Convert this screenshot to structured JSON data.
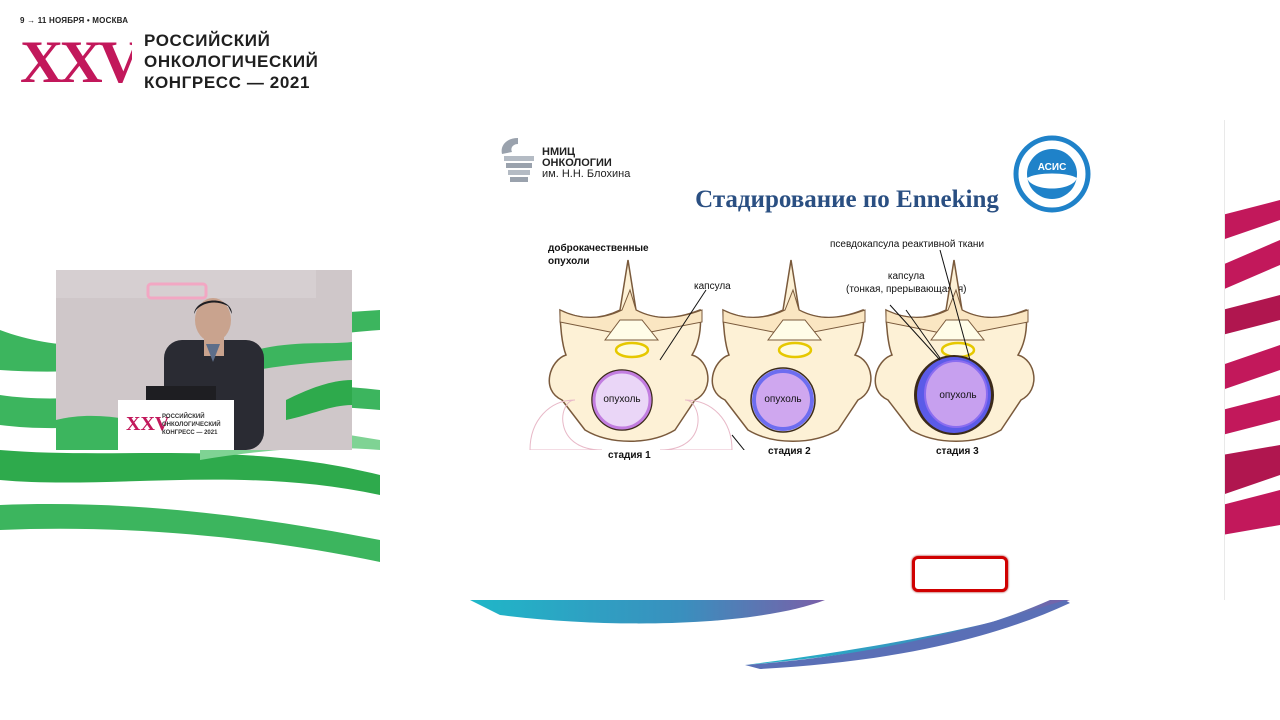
{
  "header": {
    "dates": "9 → 11 НОЯБРЯ • МОСКВА",
    "logo_numeral": "XXV",
    "title_lines": [
      "РОССИЙСКИЙ",
      "ОНКОЛОГИЧЕСКИЙ",
      "КОНГРЕСС — 2021"
    ]
  },
  "video": {
    "podium_text_lines": [
      "РОССИЙСКИЙ",
      "ОНКОЛОГИЧЕСКИЙ",
      "КОНГРЕСС — 2021"
    ],
    "podium_numeral": "XXV"
  },
  "slide": {
    "org_lines": [
      "НМИЦ",
      "ОНКОЛОГИИ",
      "им. Н.Н. Блохина"
    ],
    "partner_logo_text": "АСИС",
    "title": "Стадирование по Enneking",
    "label_benign": [
      "доброкачественные",
      "опухоли"
    ],
    "label_capsule": "капсула",
    "label_capsule_thin": [
      "капсула",
      "(тонкая, прерывающаяся)"
    ],
    "label_pseudocapsule": "псевдокапсула реактивной ткани",
    "tumor_label": "опухоль",
    "stages": [
      "стадия 1",
      "стадия 2",
      "стадия 3"
    ]
  },
  "colors": {
    "brand_magenta": "#c2185b",
    "brand_green": "#3cb55e",
    "title_blue": "#2a4f82",
    "bone_fill": "#fdf1d6",
    "tumor_fill": "#d6b3f0",
    "capsule_blue": "#5b5be8",
    "highlight_red": "#d00000"
  }
}
